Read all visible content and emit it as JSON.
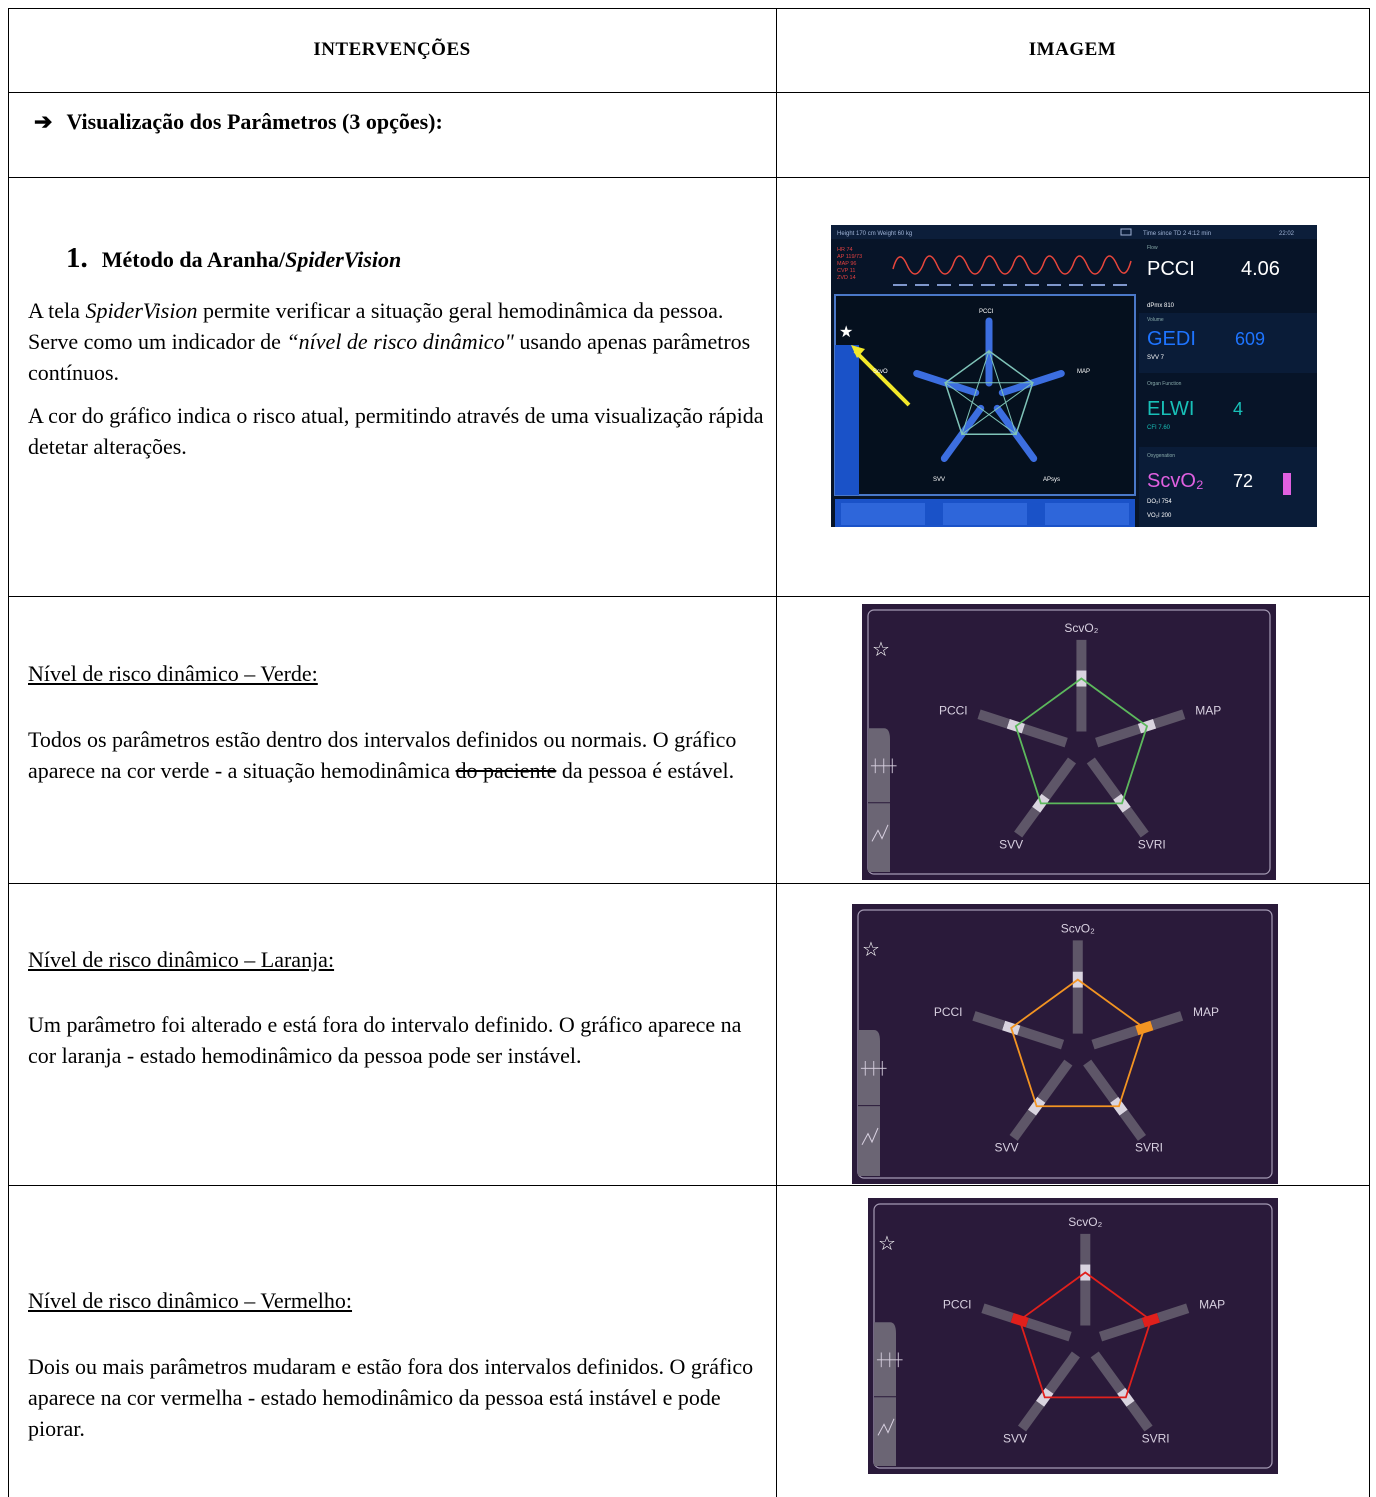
{
  "header": {
    "col1": "INTERVENÇÕES",
    "col2": "IMAGEM"
  },
  "section": {
    "arrow": "➔",
    "title": "Visualização dos Parâmetros (3 opções):"
  },
  "method": {
    "number": "1.",
    "title_main": "Método da Aranha/",
    "title_italic": "SpiderVision",
    "p1_a": "A tela ",
    "p1_b": "SpiderVision",
    "p1_c": " permite verificar a situação geral hemodinâmica da pessoa. Serve como um indicador de ",
    "p1_d": "“nível de risco dinâmico\"",
    "p1_e": " usando apenas parâmetros contínuos.",
    "p2": "A cor do gráfico indica o risco atual, permitindo através de uma visualização rápida detetar alterações."
  },
  "monitor": {
    "header_left": "Height 170 cm   Weight 60 kg",
    "header_right": "Time since TD 2 4:12 min",
    "time": "22:02",
    "vitals": [
      "HR 74",
      "AP 119/73",
      "MAP 96",
      "CVP 11",
      "ZVD 14"
    ],
    "pcci_label": "PCCI",
    "pcci_value": "4.06",
    "dpmx": "dPmx 810",
    "volume_label": "Volume",
    "gedi_label": "GEDI",
    "gedi_value": "609",
    "svv_line": "SVV 7",
    "organ_label": "Organ Function",
    "elwi_label": "ELWI",
    "elwi_value": "4",
    "cfi_line": "CFI 7.60",
    "oxy_label": "Oxygenation",
    "scvo2_label": "ScvO₂",
    "scvo2_value": "72",
    "do2_line": "DO₂I 754",
    "vo2_line": "VO₂I 200",
    "flow_label": "Flow",
    "spider_labels": [
      "PCCI",
      "MAP",
      "APsys",
      "SVV",
      "ScvO"
    ],
    "star": "★",
    "spider_color": "#7fc3b8",
    "arrow_color": "#f2e82a"
  },
  "levels": [
    {
      "heading": "Nível de risco dinâmico – Verde:",
      "text_a": "Todos os parâmetros estão dentro dos intervalos definidos ou normais. O gráfico aparece na cor verde - a situação hemodinâmica ",
      "text_strike": "do paciente",
      "text_b": " da pessoa é estável.",
      "color": "#5cb85c",
      "labels": [
        "ScvO₂",
        "MAP",
        "SVRI",
        "SVV",
        "PCCI"
      ]
    },
    {
      "heading": "Nível de risco dinâmico – Laranja:",
      "text": "Um parâmetro foi alterado e está fora do intervalo definido. O gráfico aparece na cor laranja - estado hemodinâmico da pessoa pode ser instável.",
      "color": "#f39422",
      "labels": [
        "ScvO₂",
        "MAP",
        "SVRI",
        "SVV",
        "PCCI"
      ]
    },
    {
      "heading": "Nível de risco dinâmico – Vermelho:",
      "text": "Dois ou mais parâmetros mudaram e estão fora dos intervalos definidos. O gráfico aparece na cor vermelha - estado hemodinâmico da pessoa está instável e pode piorar.",
      "color": "#e0201c",
      "labels": [
        "ScvO₂",
        "MAP",
        "SVRI",
        "SVV",
        "PCCI"
      ]
    }
  ],
  "spider_star": "☆"
}
